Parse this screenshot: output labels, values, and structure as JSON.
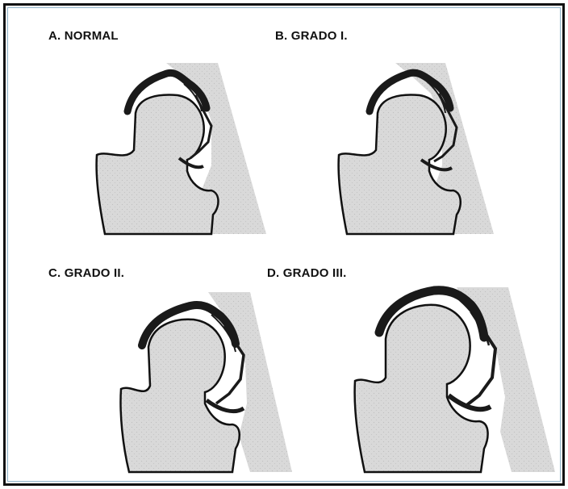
{
  "figure": {
    "panels": [
      {
        "label": "A. NORMAL"
      },
      {
        "label": "B. GRADO I."
      },
      {
        "label": "C. GRADO II."
      },
      {
        "label": "D. GRADO III."
      }
    ]
  },
  "colors": {
    "border": "#111111",
    "inner_border": "#8fb3c9",
    "bone": "#d9d9d9",
    "outline": "#111111",
    "cartilage": "#1a1a1a"
  }
}
